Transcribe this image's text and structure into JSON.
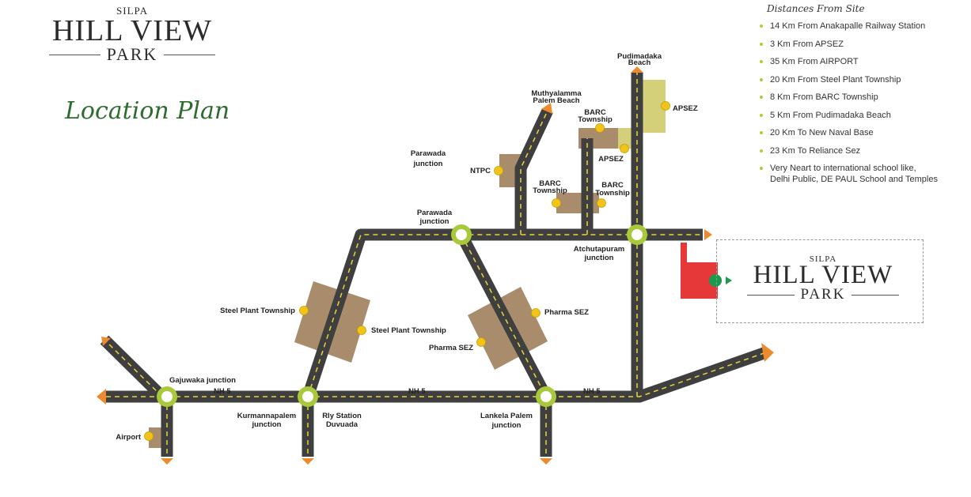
{
  "brand": {
    "silpa": "SILPA",
    "hill_view": "HILL VIEW",
    "park": "PARK"
  },
  "title": "Location Plan",
  "distances": {
    "heading": "Distances From Site",
    "items": [
      "14 Km From Anakapalle Railway Station",
      "3 Km From APSEZ",
      "35 Km From AIRPORT",
      "20 Km From Steel Plant Township",
      "8 Km From BARC Township",
      "5 Km From Pudimadaka Beach",
      "20 Km To New Naval Base",
      "23 Km To Reliance Sez",
      "Very Neart to international school like,",
      "Delhi Public, DE PAUL School and Temples"
    ]
  },
  "map": {
    "highway": "NH 5",
    "junctions": {
      "gajuwaka": "Gajuwaka junction",
      "kurmannapalem_1": "Kurmannapalem",
      "kurmannapalem_2": "junction",
      "rly_1": "Rly Station",
      "rly_2": "Duvuada",
      "lankela_1": "Lankela Palem",
      "lankela_2": "junction",
      "parawada_1": "Parawada",
      "parawada_2": "junction",
      "achutapuram_1": "Atchutapuram",
      "achutapuram_2": "junction",
      "parawada_top_1": "Parawada",
      "parawada_top_2": "junction"
    },
    "places": {
      "airport": "Airport",
      "steel_plant": "Steel Plant Township",
      "pharma_sez": "Pharma SEZ",
      "ntpc": "NTPC",
      "barc_1": "BARC",
      "barc_2": "Township",
      "apsez": "APSEZ",
      "muthyalamma_1": "Muthyalamma",
      "muthyalamma_2": "Palem Beach",
      "pudimadaka_1": "Pudimadaka",
      "pudimadaka_2": "Beach"
    },
    "colors": {
      "road": "#3f3f3f",
      "centerline": "#e9d33b",
      "junction_ring": "#a8c93a",
      "arrow": "#ee8a2e",
      "zone": "#a88c6c",
      "apsez_zone": "#d4d07a",
      "marker": "#f2c318",
      "site": "#e63838",
      "site_marker": "#1a9a4f"
    }
  }
}
